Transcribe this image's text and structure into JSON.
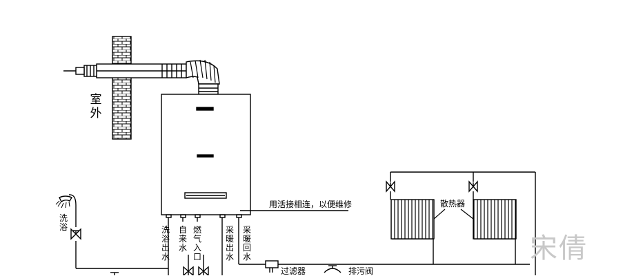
{
  "labels": {
    "outdoor": "室外",
    "shower": "洗浴",
    "bath_outlet": "洗浴出水",
    "cold_inlet": "自来水",
    "gas_inlet": "燃气入口",
    "heating_outlet": "采暖出水",
    "heating_return": "采暖回水",
    "union_note": "用活接相连，以便维修",
    "radiator": "散热器",
    "filter": "过滤器",
    "drain_valve": "排污阀"
  },
  "watermark": "宋倩"
}
